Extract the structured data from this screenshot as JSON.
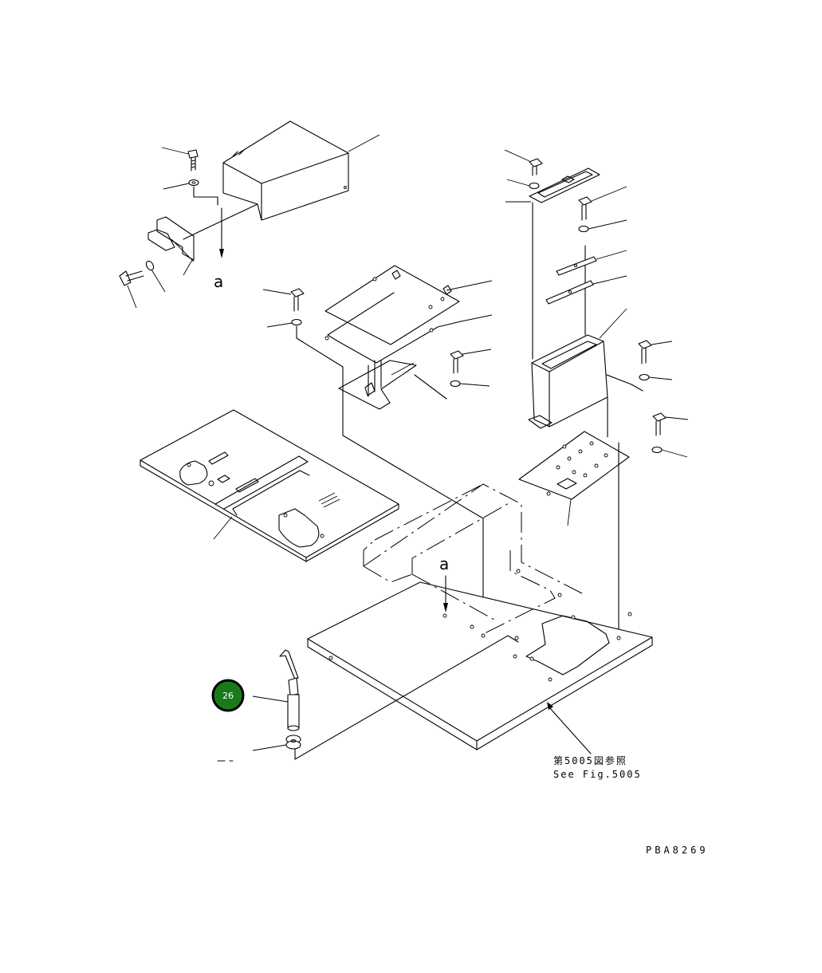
{
  "diagram": {
    "view_labels": [
      "a",
      "a"
    ],
    "callout_badge": {
      "label": "26",
      "color": "#1a7a1a"
    },
    "reference_note": {
      "line_ja": "第5005図参照",
      "line_en": "See Fig.5005"
    },
    "drawing_code": "PBA8269"
  }
}
